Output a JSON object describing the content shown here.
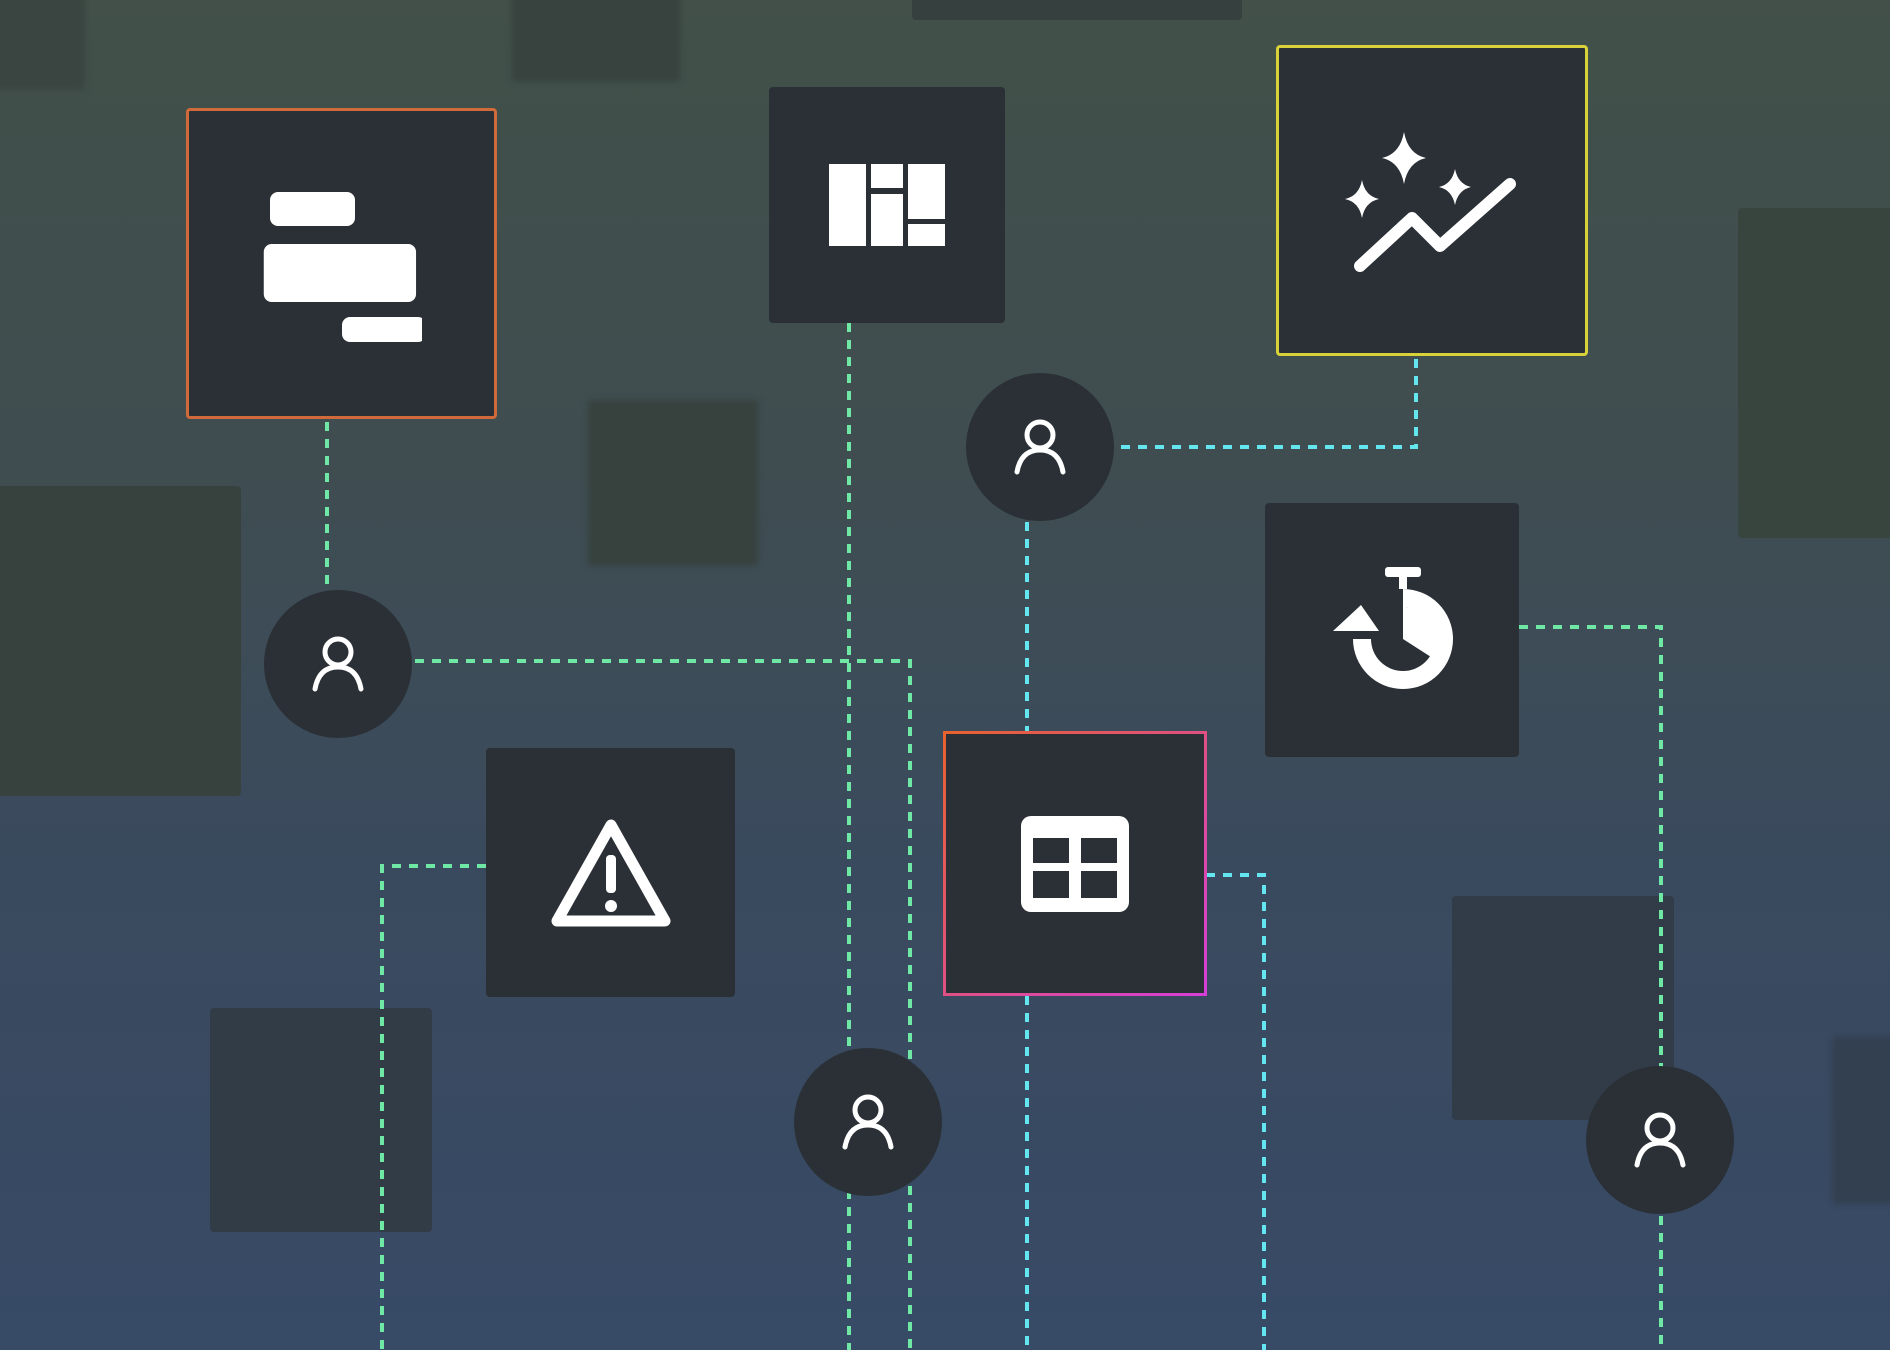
{
  "diagram": {
    "background_gradient": [
      "#425049",
      "#374a66"
    ],
    "link_colors": {
      "green": "#6ee8a4",
      "cyan": "#63e6f0"
    },
    "node_fill": "#2a3036",
    "nodes": [
      {
        "id": "timeline",
        "icon": "gantt-bars-icon",
        "border": "#d06a3a"
      },
      {
        "id": "board",
        "icon": "kanban-board-icon",
        "border": null
      },
      {
        "id": "insights",
        "icon": "sparkle-trend-icon",
        "border": "#d8d23a"
      },
      {
        "id": "time-tracking",
        "icon": "stopwatch-rewind-icon",
        "border": null
      },
      {
        "id": "alert",
        "icon": "warning-triangle-icon",
        "border": null
      },
      {
        "id": "table",
        "icon": "table-grid-icon",
        "border": [
          "#e8622e",
          "#d63fd8"
        ]
      }
    ],
    "users": [
      "user-1",
      "user-2",
      "user-3",
      "user-4"
    ]
  }
}
